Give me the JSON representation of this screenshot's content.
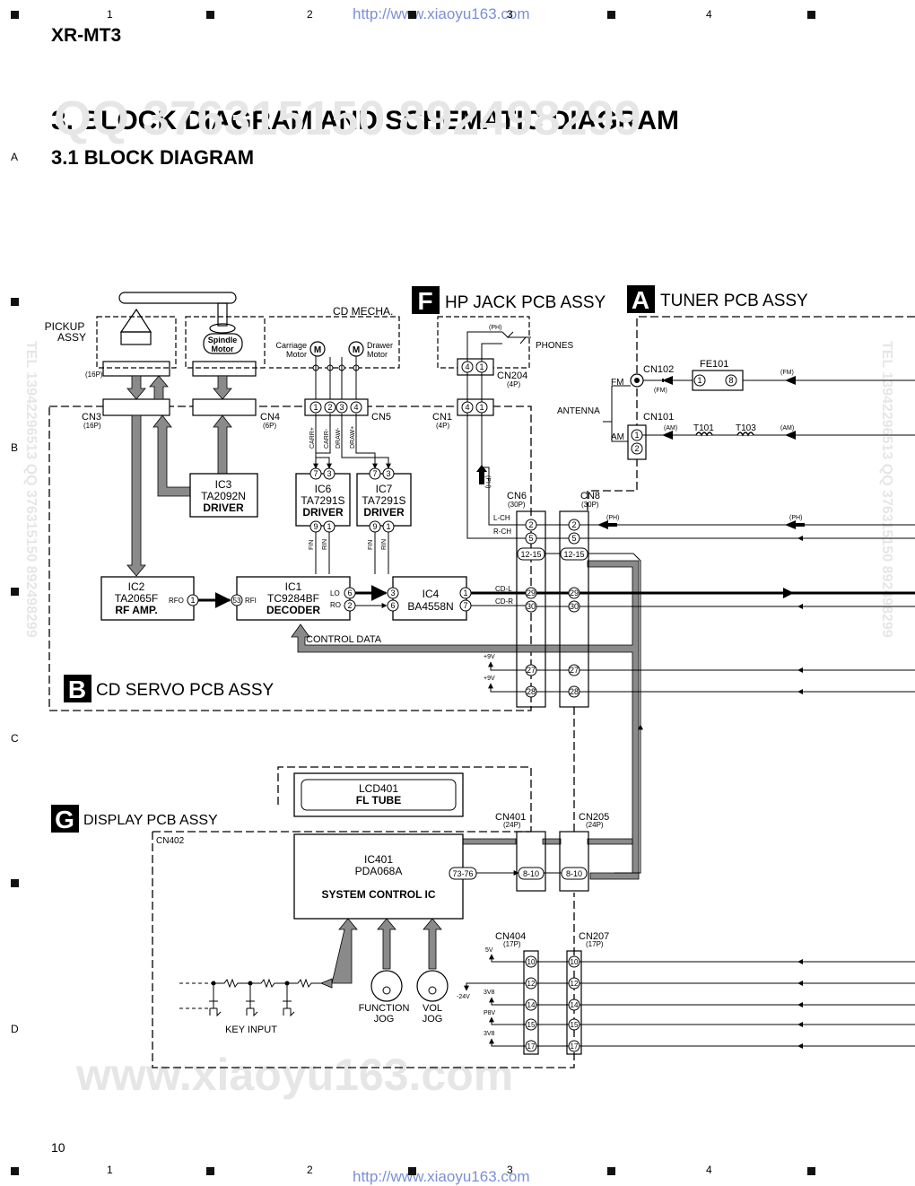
{
  "header": {
    "model": "XR-MT3",
    "title": "3. BLOCK DIAGRAM AND SCHEMATIC DIAGRAM",
    "subtitle": "3.1 BLOCK DIAGRAM",
    "url": "http://www.xiaoyu163.com",
    "page_number": "10"
  },
  "grid": {
    "columns": [
      "1",
      "2",
      "3",
      "4"
    ],
    "rows": [
      "A",
      "B",
      "C",
      "D"
    ]
  },
  "watermarks": {
    "top_qq": "QQ 376315150   892498299",
    "bottom_site": "www.xiaoyu163.com",
    "side_tel": "TEL 13942296513  QQ 376315150  892498299"
  },
  "sections": {
    "f_letter": "F",
    "f_title": "HP JACK PCB ASSY",
    "a_letter": "A",
    "a_title": "TUNER PCB ASSY",
    "b_letter": "B",
    "b_title": "CD SERVO PCB ASSY",
    "g_letter": "G",
    "g_title": "DISPLAY PCB  ASSY"
  },
  "labels": {
    "pickup_1": "PICKUP",
    "pickup_2": "ASSY",
    "spindle_1": "Spindle",
    "spindle_2": "Motor",
    "cd_mecha": "CD MECHA.",
    "carriage_1": "Carriage",
    "carriage_2": "Motor",
    "drawer_1": "Drawer",
    "drawer_2": "Motor",
    "motor_m": "M",
    "p16": "(16P)",
    "p6": "(6P)",
    "p4": "(4P)",
    "p30": "(30P)",
    "p24": "(24P)",
    "p17": "(17P)",
    "cn3": "CN3",
    "cn4": "CN4",
    "cn5": "CN5",
    "cn1": "CN1",
    "cn204": "CN204",
    "cn6": "CN6",
    "cn8": "CN8",
    "cn102": "CN102",
    "cn101": "CN101",
    "cn401": "CN401",
    "cn205": "CN205",
    "cn404": "CN404",
    "cn207": "CN207",
    "cn402": "CN402",
    "fe101": "FE101",
    "t101": "T101",
    "t103": "T103",
    "fm": "FM",
    "am": "AM",
    "fm_p": "(FM)",
    "am_p": "(AM)",
    "ph_p": "(PH)",
    "antenna": "ANTENNA",
    "phones": "PHONES",
    "carr_p": "CARR+",
    "carr_m": "CARR-",
    "draw_m": "DRAW-",
    "draw_p": "DRAW+",
    "fin": "FIN",
    "rin": "RIN",
    "ic3_1": "IC3",
    "ic3_2": "TA2092N",
    "ic3_3": "DRIVER",
    "ic6_1": "IC6",
    "ic6_2": "TA7291S",
    "ic6_3": "DRIVER",
    "ic7_1": "IC7",
    "ic7_2": "TA7291S",
    "ic7_3": "DRIVER",
    "ic2_1": "IC2",
    "ic2_2": "TA2065F",
    "ic2_3": "RF AMP.",
    "ic1_1": "IC1",
    "ic1_2": "TC9284BF",
    "ic1_3": "DECODER",
    "ic4_1": "IC4",
    "ic4_2": "BA4558N",
    "rfo": "RFO",
    "rfi": "RFI",
    "lo": "LO",
    "ro": "RO",
    "lch": "L-CH",
    "rch": "R-CH",
    "cdl": "CD-L",
    "cdr": "CD-R",
    "control_data": "CONTROL DATA",
    "plus9v": "+9V",
    "v5": "5V",
    "v24": "-24V",
    "v3v8": "3V8",
    "p8v": "P8V",
    "pin_12_15": "12-15",
    "pin_8_10": "8-10",
    "pin_73_76": "73-76",
    "lcd_1": "LCD401",
    "lcd_2": "FL TUBE",
    "ic401_1": "IC401",
    "ic401_2": "PDA068A",
    "ic401_3": "SYSTEM CONTROL IC",
    "func_1": "FUNCTION",
    "func_2": "JOG",
    "vol_1": "VOL",
    "vol_2": "JOG",
    "key_input": "KEY INPUT"
  },
  "pins": {
    "p1": "1",
    "p2": "2",
    "p3": "3",
    "p4": "4",
    "p5": "5",
    "p6": "6",
    "p7": "7",
    "p8": "8",
    "p9": "9",
    "p10": "10",
    "p12": "12",
    "p14": "14",
    "p15": "15",
    "p17": "17",
    "p27": "27",
    "p28": "28",
    "p29": "29",
    "p30": "30",
    "p53": "53"
  }
}
